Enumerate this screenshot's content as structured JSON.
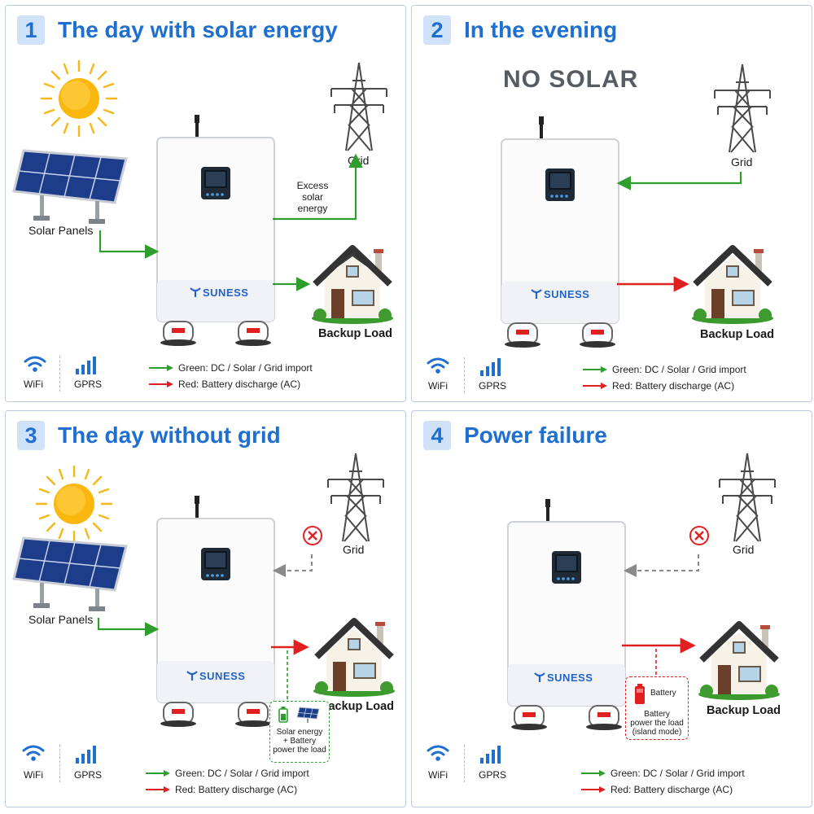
{
  "panels": [
    {
      "num": "1",
      "title": "The day with solar energy",
      "solar_label": "Solar Panels",
      "grid_label": "Grid",
      "load_label": "Backup Load",
      "excess_label": [
        "Excess",
        "solar",
        "energy"
      ]
    },
    {
      "num": "2",
      "title": "In the evening",
      "no_solar": "NO SOLAR",
      "grid_label": "Grid",
      "load_label": "Backup Load"
    },
    {
      "num": "3",
      "title": "The day without grid",
      "solar_label": "Solar Panels",
      "grid_label": "Grid",
      "load_label": "Backup Load",
      "note": [
        "Solar energy",
        "+ Battery",
        "power the load"
      ]
    },
    {
      "num": "4",
      "title": "Power failure",
      "grid_label": "Grid",
      "load_label": "Backup Load",
      "battery_label": "Battery",
      "note": [
        "Battery",
        "power the load",
        "(island mode)"
      ]
    }
  ],
  "brand": "SUNESS",
  "connectivity": {
    "wifi": "WiFi",
    "gprs": "GPRS"
  },
  "legend": {
    "green": "Green: DC / Solar / Grid import",
    "red": "Red: Battery discharge (AC)"
  },
  "colors": {
    "green": "#2e9e2e",
    "red": "#e02020",
    "gray": "#8a8a8a",
    "blue": "#1e6fd0"
  }
}
